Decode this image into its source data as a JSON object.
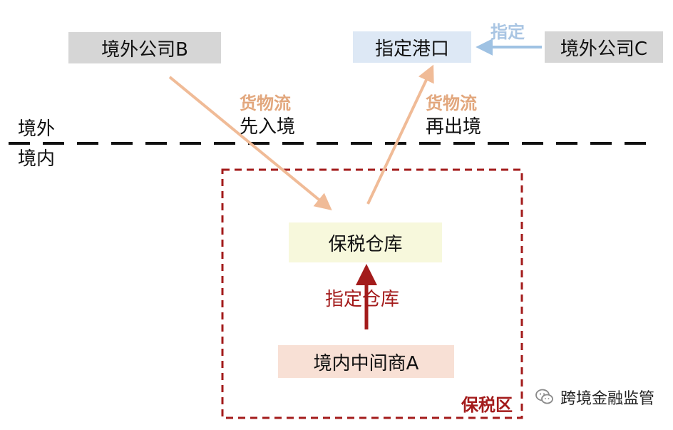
{
  "nodes": {
    "overseas_company_b": "境外公司B",
    "designated_port": "指定港口",
    "overseas_company_c": "境外公司C",
    "bonded_warehouse": "保税仓库",
    "domestic_intermediary_a": "境内中间商A"
  },
  "regions": {
    "outside": "境外",
    "inside": "境内",
    "bonded_zone": "保税区"
  },
  "flows": {
    "designate_label": "指定",
    "goods_flow_1": "货物流",
    "enter_first": "先入境",
    "goods_flow_2": "货物流",
    "exit_again": "再出境",
    "designate_warehouse": "指定仓库"
  },
  "watermark": {
    "text": "跨境金融监管",
    "icon": "wechat-icon"
  },
  "colors": {
    "gray_box": "#d6d6d6",
    "blue_box": "#dde8f5",
    "yellow_box": "#f7f8dc",
    "peach_box": "#f8e0d5",
    "orange_arrow": "#f0bb97",
    "blue_arrow": "#9fc2e3",
    "red": "#a31b1b"
  }
}
